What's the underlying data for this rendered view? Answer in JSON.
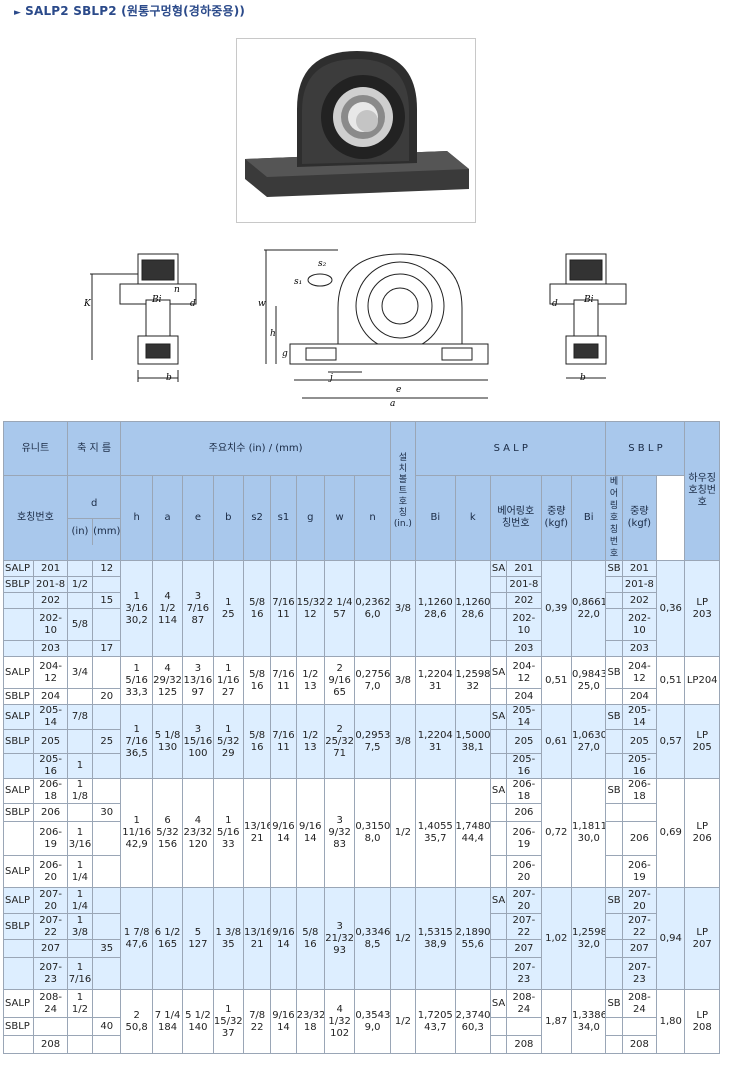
{
  "title": "SALP2 SBLP2 (원통구멍형(경하중용))",
  "header": {
    "unit": "유니트",
    "shaft": "축 지 름",
    "main_dims": "주요치수 (in) / (mm)",
    "bolt": "설\n치\n볼\n트\n호\n칭\n(in.)",
    "salp": "S A L P",
    "sblp": "S B L P",
    "housing": "하우징\n호칭번\n호",
    "ref": "호칭번호",
    "d": "d",
    "in": "(in)",
    "mm": "(mm)",
    "cols": [
      "h",
      "a",
      "e",
      "b",
      "s2",
      "s1",
      "g",
      "w",
      "n"
    ],
    "bi": "Bi",
    "k": "k",
    "bearing_no": "베어링호\n칭번호",
    "weight": "중량\n(kgf)",
    "bi2": "Bi",
    "bearing_no2": "베어링\n호칭번호",
    "weight2": "중량\n(kgf)"
  },
  "groups": [
    {
      "rows": [
        {
          "pre": "SALP",
          "no": "201",
          "in": "",
          "mm": "12",
          "s": "",
          "sno": "201",
          "b": "SB",
          "bno": "201"
        },
        {
          "pre": "SBLP",
          "no": "201-8",
          "in": "1/2",
          "mm": "",
          "s": "",
          "sno": "201-8",
          "b": "",
          "bno": "201-8"
        },
        {
          "pre": "",
          "no": "202",
          "in": "",
          "mm": "15",
          "s": "",
          "sno": "202",
          "b": "",
          "bno": "202"
        },
        {
          "pre": "",
          "no": "202-\n10",
          "in": "5/8",
          "mm": "",
          "s": "",
          "sno": "202-\n10",
          "b": "",
          "bno": "202-\n10"
        },
        {
          "pre": "",
          "no": "203",
          "in": "",
          "mm": "17",
          "s": "",
          "sno": "203",
          "b": "",
          "bno": "203"
        }
      ],
      "s_first": "SA",
      "h": "1\n3/16\n30,2",
      "a": "4\n1/2\n114",
      "e": "3\n7/16\n87",
      "b": "1\n25",
      "s2": "5/8\n16",
      "s1": "7/16\n11",
      "g": "15/32\n12",
      "w": "2 1/4\n57",
      "n": "0,2362\n6,0",
      "bolt": "3/8",
      "bi": "1,1260\n28,6",
      "k": "1,1260\n28,6",
      "wt": "0,39",
      "bi2": "0,8661\n22,0",
      "wt2": "0,36",
      "housing": "LP\n203"
    },
    {
      "rows": [
        {
          "pre": "SALP",
          "no": "204-\n12",
          "in": "3/4",
          "mm": "",
          "s": "SA",
          "sno": "204-\n12",
          "b": "SB",
          "bno": "204-\n12"
        },
        {
          "pre": "SBLP",
          "no": "204",
          "in": "",
          "mm": "20",
          "s": "",
          "sno": "204",
          "b": "",
          "bno": "204"
        }
      ],
      "h": "1\n5/16\n33,3",
      "a": "4\n29/32\n125",
      "e": "3\n13/16\n97",
      "b": "1\n1/16\n27",
      "s2": "5/8\n16",
      "s1": "7/16\n11",
      "g": "1/2\n13",
      "w": "2\n9/16\n65",
      "n": "0,2756\n7,0",
      "bolt": "3/8",
      "bi": "1,2204\n31",
      "k": "1,2598\n32",
      "wt": "0,51",
      "bi2": "0,9843\n25,0",
      "wt2": "0,51",
      "housing": "LP204"
    },
    {
      "rows": [
        {
          "pre": "SALP",
          "no": "205-\n14",
          "in": "7/8",
          "mm": "",
          "s": "SA",
          "sno": "205-\n14",
          "b": "SB",
          "bno": "205-\n14"
        },
        {
          "pre": "SBLP",
          "no": "205",
          "in": "",
          "mm": "25",
          "s": "",
          "sno": "205",
          "b": "",
          "bno": "205"
        },
        {
          "pre": "",
          "no": "205-\n16",
          "in": "1",
          "mm": "",
          "s": "",
          "sno": "205-\n16",
          "b": "",
          "bno": "205-\n16"
        }
      ],
      "h": "1\n7/16\n36,5",
      "a": "5 1/8\n130",
      "e": "3\n15/16\n100",
      "b": "1\n5/32\n29",
      "s2": "5/8\n16",
      "s1": "7/16\n11",
      "g": "1/2\n13",
      "w": "2\n25/32\n71",
      "n": "0,2953\n7,5",
      "bolt": "3/8",
      "bi": "1,2204\n31",
      "k": "1,5000\n38,1",
      "wt": "0,61",
      "bi2": "1,0630\n27,0",
      "wt2": "0,57",
      "housing": "LP\n205"
    },
    {
      "rows": [
        {
          "pre": "SALP",
          "no": "206-\n18",
          "in": "1\n1/8",
          "mm": "",
          "s": "SA",
          "sno": "206-\n18",
          "b": "SB",
          "bno": "206-\n18"
        },
        {
          "pre": "SBLP",
          "no": "206",
          "in": "",
          "mm": "30",
          "s": "",
          "sno": "206",
          "b": "",
          "bno": ""
        },
        {
          "pre": "",
          "no": "206-\n19",
          "in": "1\n3/16",
          "mm": "",
          "s": "",
          "sno": "206-\n19",
          "b": "",
          "bno": "206"
        },
        {
          "pre": "SALP",
          "no": "206-\n20",
          "in": "1\n1/4",
          "mm": "",
          "s": "",
          "sno": "206-\n20",
          "b": "",
          "bno": "206-\n19"
        }
      ],
      "h": "1\n11/16\n42,9",
      "a": "6\n5/32\n156",
      "e": "4\n23/32\n120",
      "b": "1\n5/16\n33",
      "s2": "13/16\n21",
      "s1": "9/16\n14",
      "g": "9/16\n14",
      "w": "3\n9/32\n83",
      "n": "0,3150\n8,0",
      "bolt": "1/2",
      "bi": "1,4055\n35,7",
      "k": "1,7480\n44,4",
      "wt": "0,72",
      "bi2": "1,1811\n30,0",
      "wt2": "0,69",
      "housing": "LP\n206"
    },
    {
      "rows": [
        {
          "pre": "SALP",
          "no": "207-\n20",
          "in": "1\n1/4",
          "mm": "",
          "s": "SA",
          "sno": "207-\n20",
          "b": "SB",
          "bno": "207-\n20"
        },
        {
          "pre": "SBLP",
          "no": "207-\n22",
          "in": "1\n3/8",
          "mm": "",
          "s": "",
          "sno": "207-\n22",
          "b": "",
          "bno": "207-\n22"
        },
        {
          "pre": "",
          "no": "207",
          "in": "",
          "mm": "35",
          "s": "",
          "sno": "207",
          "b": "",
          "bno": "207"
        },
        {
          "pre": "",
          "no": "207-\n23",
          "in": "1\n7/16",
          "mm": "",
          "s": "",
          "sno": "207-\n23",
          "b": "",
          "bno": "207-\n23"
        }
      ],
      "h": "1 7/8\n47,6",
      "a": "6 1/2\n165",
      "e": "5\n127",
      "b": "1 3/8\n35",
      "s2": "13/16\n21",
      "s1": "9/16\n14",
      "g": "5/8\n16",
      "w": "3\n21/32\n93",
      "n": "0,3346\n8,5",
      "bolt": "1/2",
      "bi": "1,5315\n38,9",
      "k": "2,1890\n55,6",
      "wt": "1,02",
      "bi2": "1,2598\n32,0",
      "wt2": "0,94",
      "housing": "LP\n207"
    },
    {
      "rows": [
        {
          "pre": "SALP",
          "no": "208-\n24",
          "in": "1\n1/2",
          "mm": "",
          "s": "SA",
          "sno": "208-\n24",
          "b": "SB",
          "bno": "208-\n24"
        },
        {
          "pre": "SBLP",
          "no": "",
          "in": "",
          "mm": "40",
          "s": "",
          "sno": "",
          "b": "",
          "bno": ""
        },
        {
          "pre": "",
          "no": "208",
          "in": "",
          "mm": "",
          "s": "",
          "sno": "208",
          "b": "",
          "bno": "208"
        }
      ],
      "h": "2\n50,8",
      "a": "7 1/4\n184",
      "e": "5 1/2\n140",
      "b": "1\n15/32\n37",
      "s2": "7/8\n22",
      "s1": "9/16\n14",
      "g": "23/32\n18",
      "w": "4\n1/32\n102",
      "n": "0,3543\n9,0",
      "bolt": "1/2",
      "bi": "1,7205\n43,7",
      "k": "2,3740\n60,3",
      "wt": "1,87",
      "bi2": "1,3386\n34,0",
      "wt2": "1,80",
      "housing": "LP\n208"
    }
  ],
  "drawing_labels": {
    "K": "K",
    "n": "n",
    "Bi": "Bi",
    "d": "d",
    "b": "b",
    "w": "w",
    "h": "h",
    "g": "g",
    "j": "j",
    "e": "e",
    "a": "a",
    "s1": "s₁",
    "s2": "s₂",
    "Bi2": "Bi",
    "d2": "d",
    "b2": "b"
  }
}
